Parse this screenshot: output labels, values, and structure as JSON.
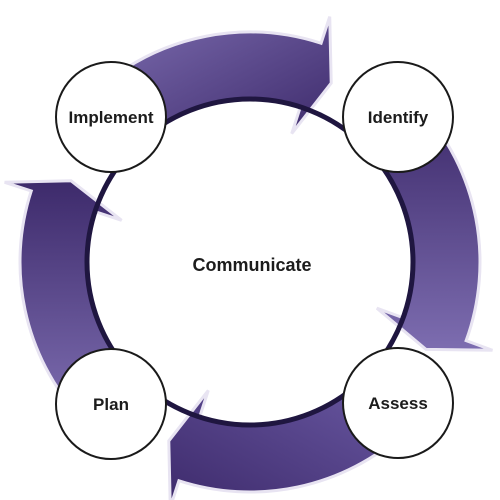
{
  "diagram": {
    "center_label": "Communicate",
    "steps": [
      {
        "label": "Identify"
      },
      {
        "label": "Assess"
      },
      {
        "label": "Plan"
      },
      {
        "label": "Implement"
      }
    ]
  },
  "colors": {
    "ring_dark": "#3d2a6b",
    "ring_mid": "#5c4a92",
    "ring_light": "#7d6db0",
    "ring_outline": "#e8e4f2",
    "node_fill": "#ffffff",
    "node_stroke": "#1a1a1a"
  }
}
